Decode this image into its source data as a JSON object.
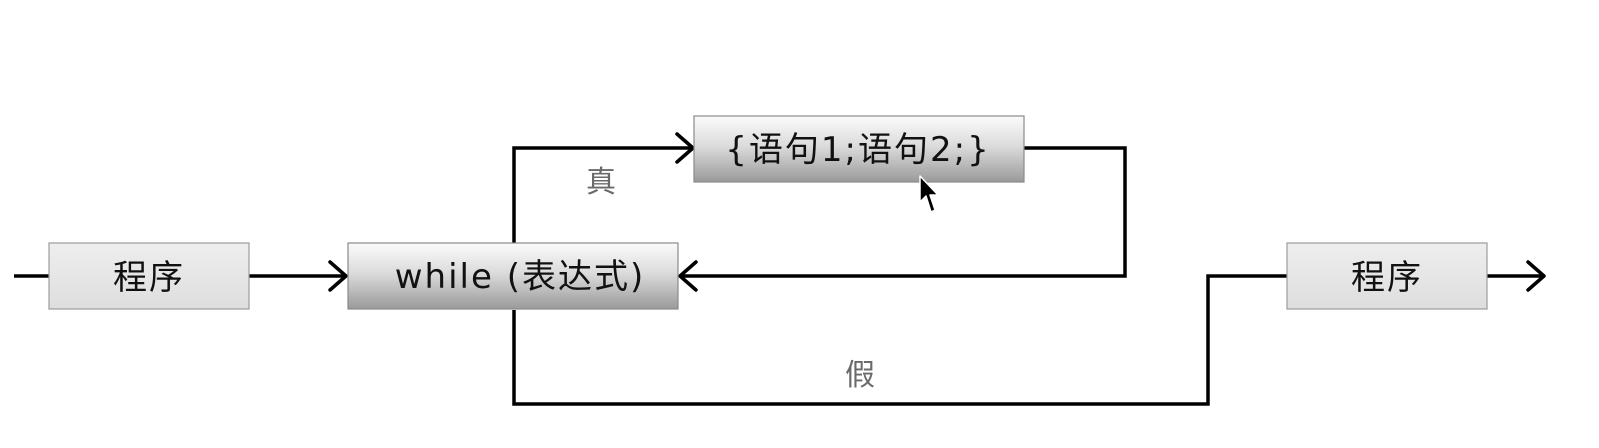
{
  "diagram": {
    "nodes": {
      "program_start": "程序",
      "while_condition": "while (表达式)",
      "loop_body": "{语句1;语句2;}",
      "program_end": "程序"
    },
    "edges": {
      "true_label": "真",
      "false_label": "假"
    }
  },
  "colors": {
    "line": "#000000",
    "flat_box_fill": "#e6e6e6",
    "gradient_box_top": "#fafafa",
    "gradient_box_bottom": "#9a9a9a",
    "edge_label": "#6a6a6a"
  },
  "cursor": {
    "icon": "mouse-pointer-icon"
  }
}
